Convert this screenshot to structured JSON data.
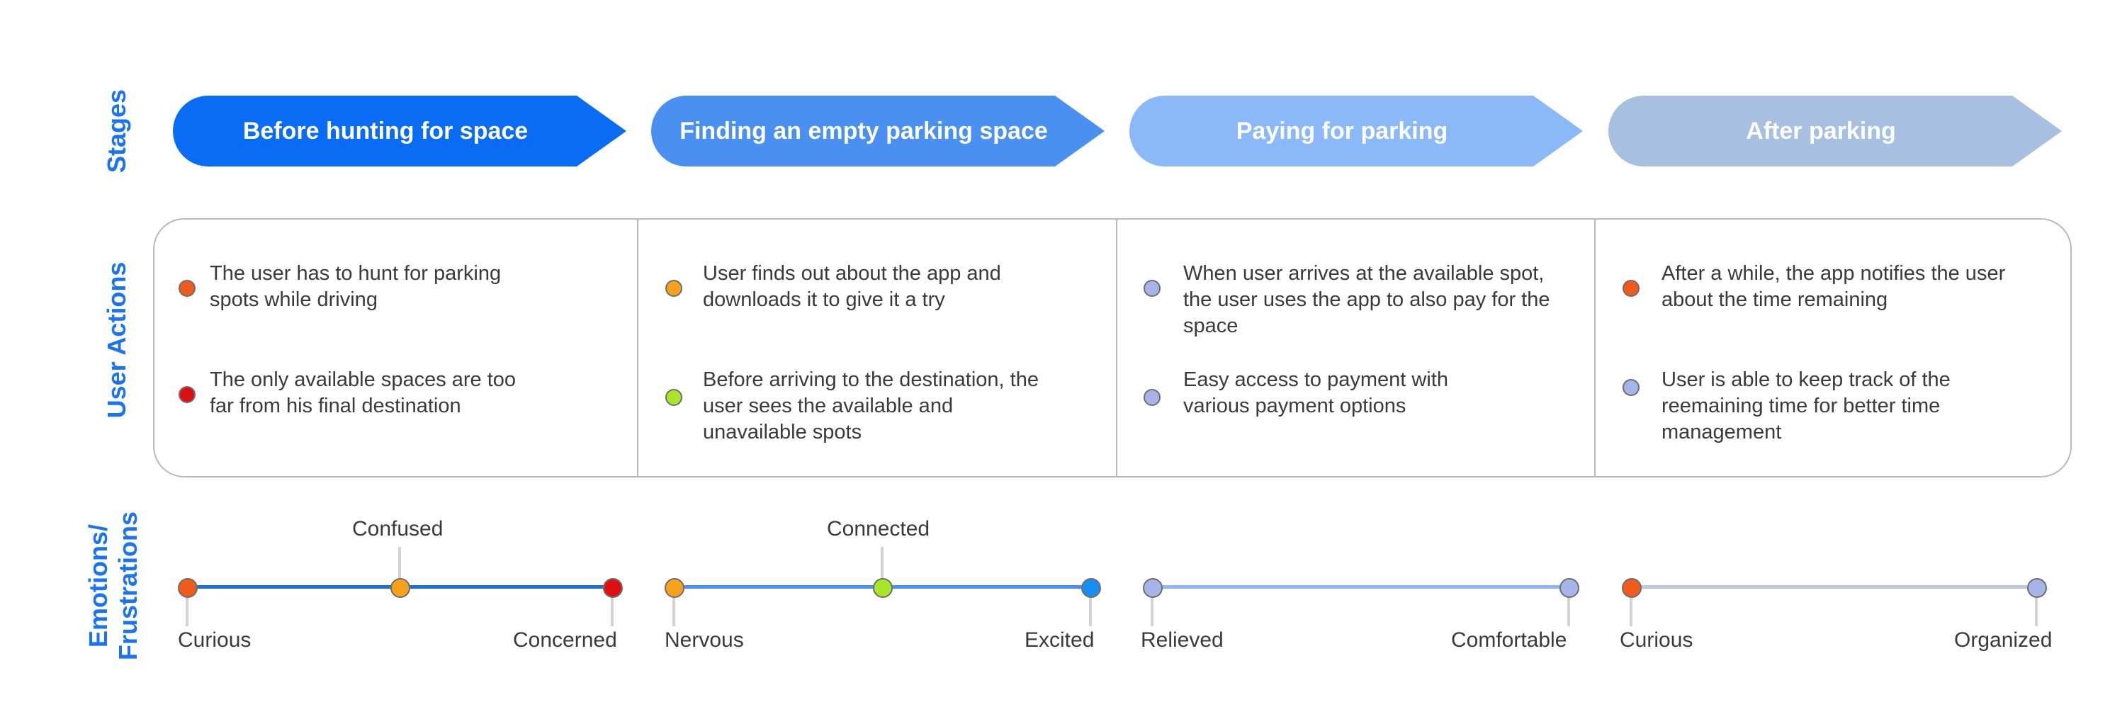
{
  "row_labels": {
    "stages": "Stages",
    "user_actions": "User Actions",
    "emotions_line1": "Emotions/",
    "emotions_line2": "Frustrations"
  },
  "stages": [
    {
      "label": "Before hunting for space",
      "color": "#0a6cf5"
    },
    {
      "label": "Finding an empty parking space",
      "color": "#4a90f0"
    },
    {
      "label": "Paying for parking",
      "color": "#8ab8f8"
    },
    {
      "label": "After parking",
      "color": "#a7bfe0"
    }
  ],
  "actions": [
    {
      "text": "The user has to hunt for parking spots while driving",
      "color": "#f05a1a"
    },
    {
      "text": "The only available spaces are too far from his final destination",
      "color": "#e01010"
    },
    {
      "text": "User finds out about the app and downloads it to give it a try",
      "color": "#f5a21a"
    },
    {
      "text": "Before arriving to the destination, the user sees the available and unavailable spots",
      "color": "#a8e62a"
    },
    {
      "text": "When user arrives at the available spot, the user uses the app to also pay for the space",
      "color": "#a7b4ea"
    },
    {
      "text": "Easy access to payment with various payment options",
      "color": "#a7b4ea"
    },
    {
      "text": "After a while, the app notifies the user about the time remaining",
      "color": "#f05a1a"
    },
    {
      "text": "User is able to keep track of the reemaining time for better time management",
      "color": "#a7b4ea"
    }
  ],
  "emotions": [
    {
      "label": "Curious",
      "color": "#f05a1a"
    },
    {
      "label": "Confused",
      "color": "#f5a21a"
    },
    {
      "label": "Concerned",
      "color": "#e01010"
    },
    {
      "label": "Nervous",
      "color": "#f5a21a"
    },
    {
      "label": "Connected",
      "color": "#a8e62a"
    },
    {
      "label": "Excited",
      "color": "#1590f0"
    },
    {
      "label": "Relieved",
      "color": "#a7b4ea"
    },
    {
      "label": "Comfortable",
      "color": "#a7b4ea"
    },
    {
      "label": "Curious",
      "color": "#f05a1a"
    },
    {
      "label": "Organized",
      "color": "#a7b4ea"
    }
  ],
  "line_colors": [
    "#1a6fd8",
    "#4a90f0",
    "#8ab8f8",
    "#b9c7e0"
  ]
}
